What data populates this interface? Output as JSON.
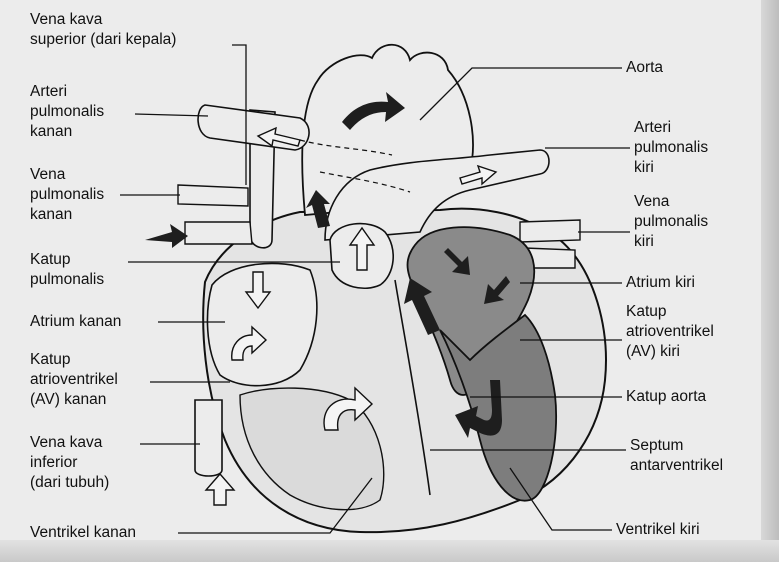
{
  "labels": {
    "vena_kava_superior": "Vena kava\nsuperior (dari kepala)",
    "arteri_pulmonalis_kanan": "Arteri\npulmonalis\nkanan",
    "vena_pulmonalis_kanan": "Vena\npulmonalis\nkanan",
    "katup_pulmonalis": "Katup\npulmonalis",
    "atrium_kanan": "Atrium kanan",
    "katup_av_kanan": "Katup\natrioventrikel\n(AV) kanan",
    "vena_kava_inferior": "Vena kava\ninferior\n(dari tubuh)",
    "ventrikel_kanan": "Ventrikel kanan",
    "aorta": "Aorta",
    "arteri_pulmonalis_kiri": "Arteri\npulmonalis\nkiri",
    "vena_pulmonalis_kiri": "Vena\npulmonalis\nkiri",
    "atrium_kiri": "Atrium kiri",
    "katup_av_kiri": "Katup\natrioventrikel\n(AV) kiri",
    "katup_aorta": "Katup aorta",
    "septum": "Septum\nantarventrikel",
    "ventrikel_kiri": "Ventrikel kiri"
  },
  "colors": {
    "outline": "#111111",
    "heart_fill": "#e4e4e4",
    "dark_chamber": "#8a8a8a",
    "mid_chamber": "#b8b8b8",
    "arrow_dark": "#1e1e1e",
    "arrow_light": "#f4f4f4"
  }
}
